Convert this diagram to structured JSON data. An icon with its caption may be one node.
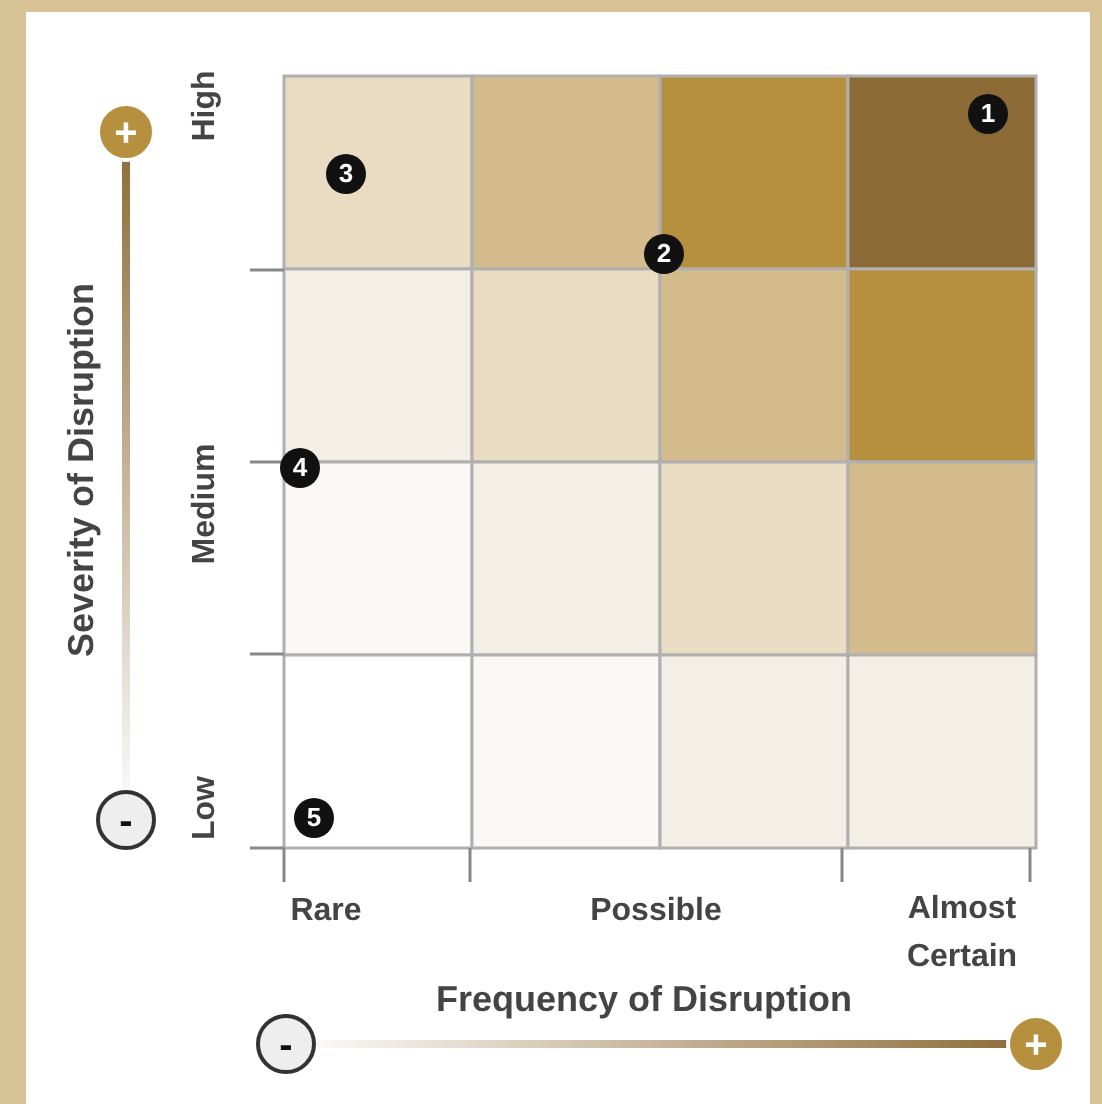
{
  "diagram": {
    "labels": [
      "+",
      "1",
      "High",
      "3",
      "2",
      "Medium",
      "4",
      "Severity of Disruption",
      "-",
      "Low",
      "5",
      "Rare",
      "Possible",
      "Almost Certain",
      "Frequency of Disruption",
      "-",
      "+"
    ]
  }
}
